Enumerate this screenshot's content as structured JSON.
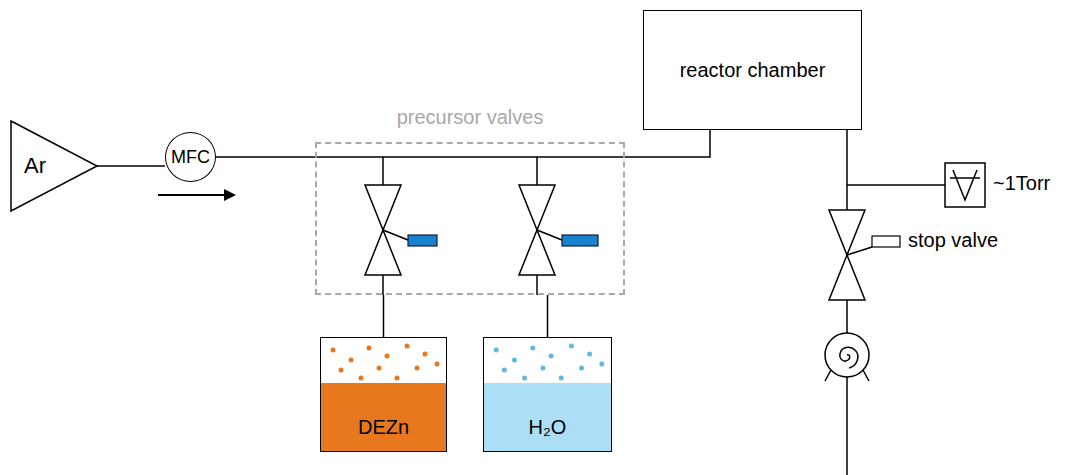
{
  "diagram": {
    "nodes": [
      {
        "text": [
          "Ar"
        ]
      },
      {
        "text": [
          "MFC"
        ]
      },
      {
        "text": [
          "precursor valves"
        ]
      },
      {
        "text": [
          "reactor chamber"
        ]
      },
      {
        "text": [
          "DEZn"
        ]
      },
      {
        "text": [
          "H₂O"
        ]
      }
    ],
    "edges": [
      {
        "from": 0,
        "to": 1,
        "arrow": "none"
      },
      {
        "from": 1,
        "to": 3,
        "arrow": "none"
      },
      {
        "from": 4,
        "to": 2,
        "arrow": "none"
      },
      {
        "from": 5,
        "to": 2,
        "arrow": "none"
      }
    ],
    "labels": [
      "~1Torr",
      "stop valve"
    ]
  }
}
